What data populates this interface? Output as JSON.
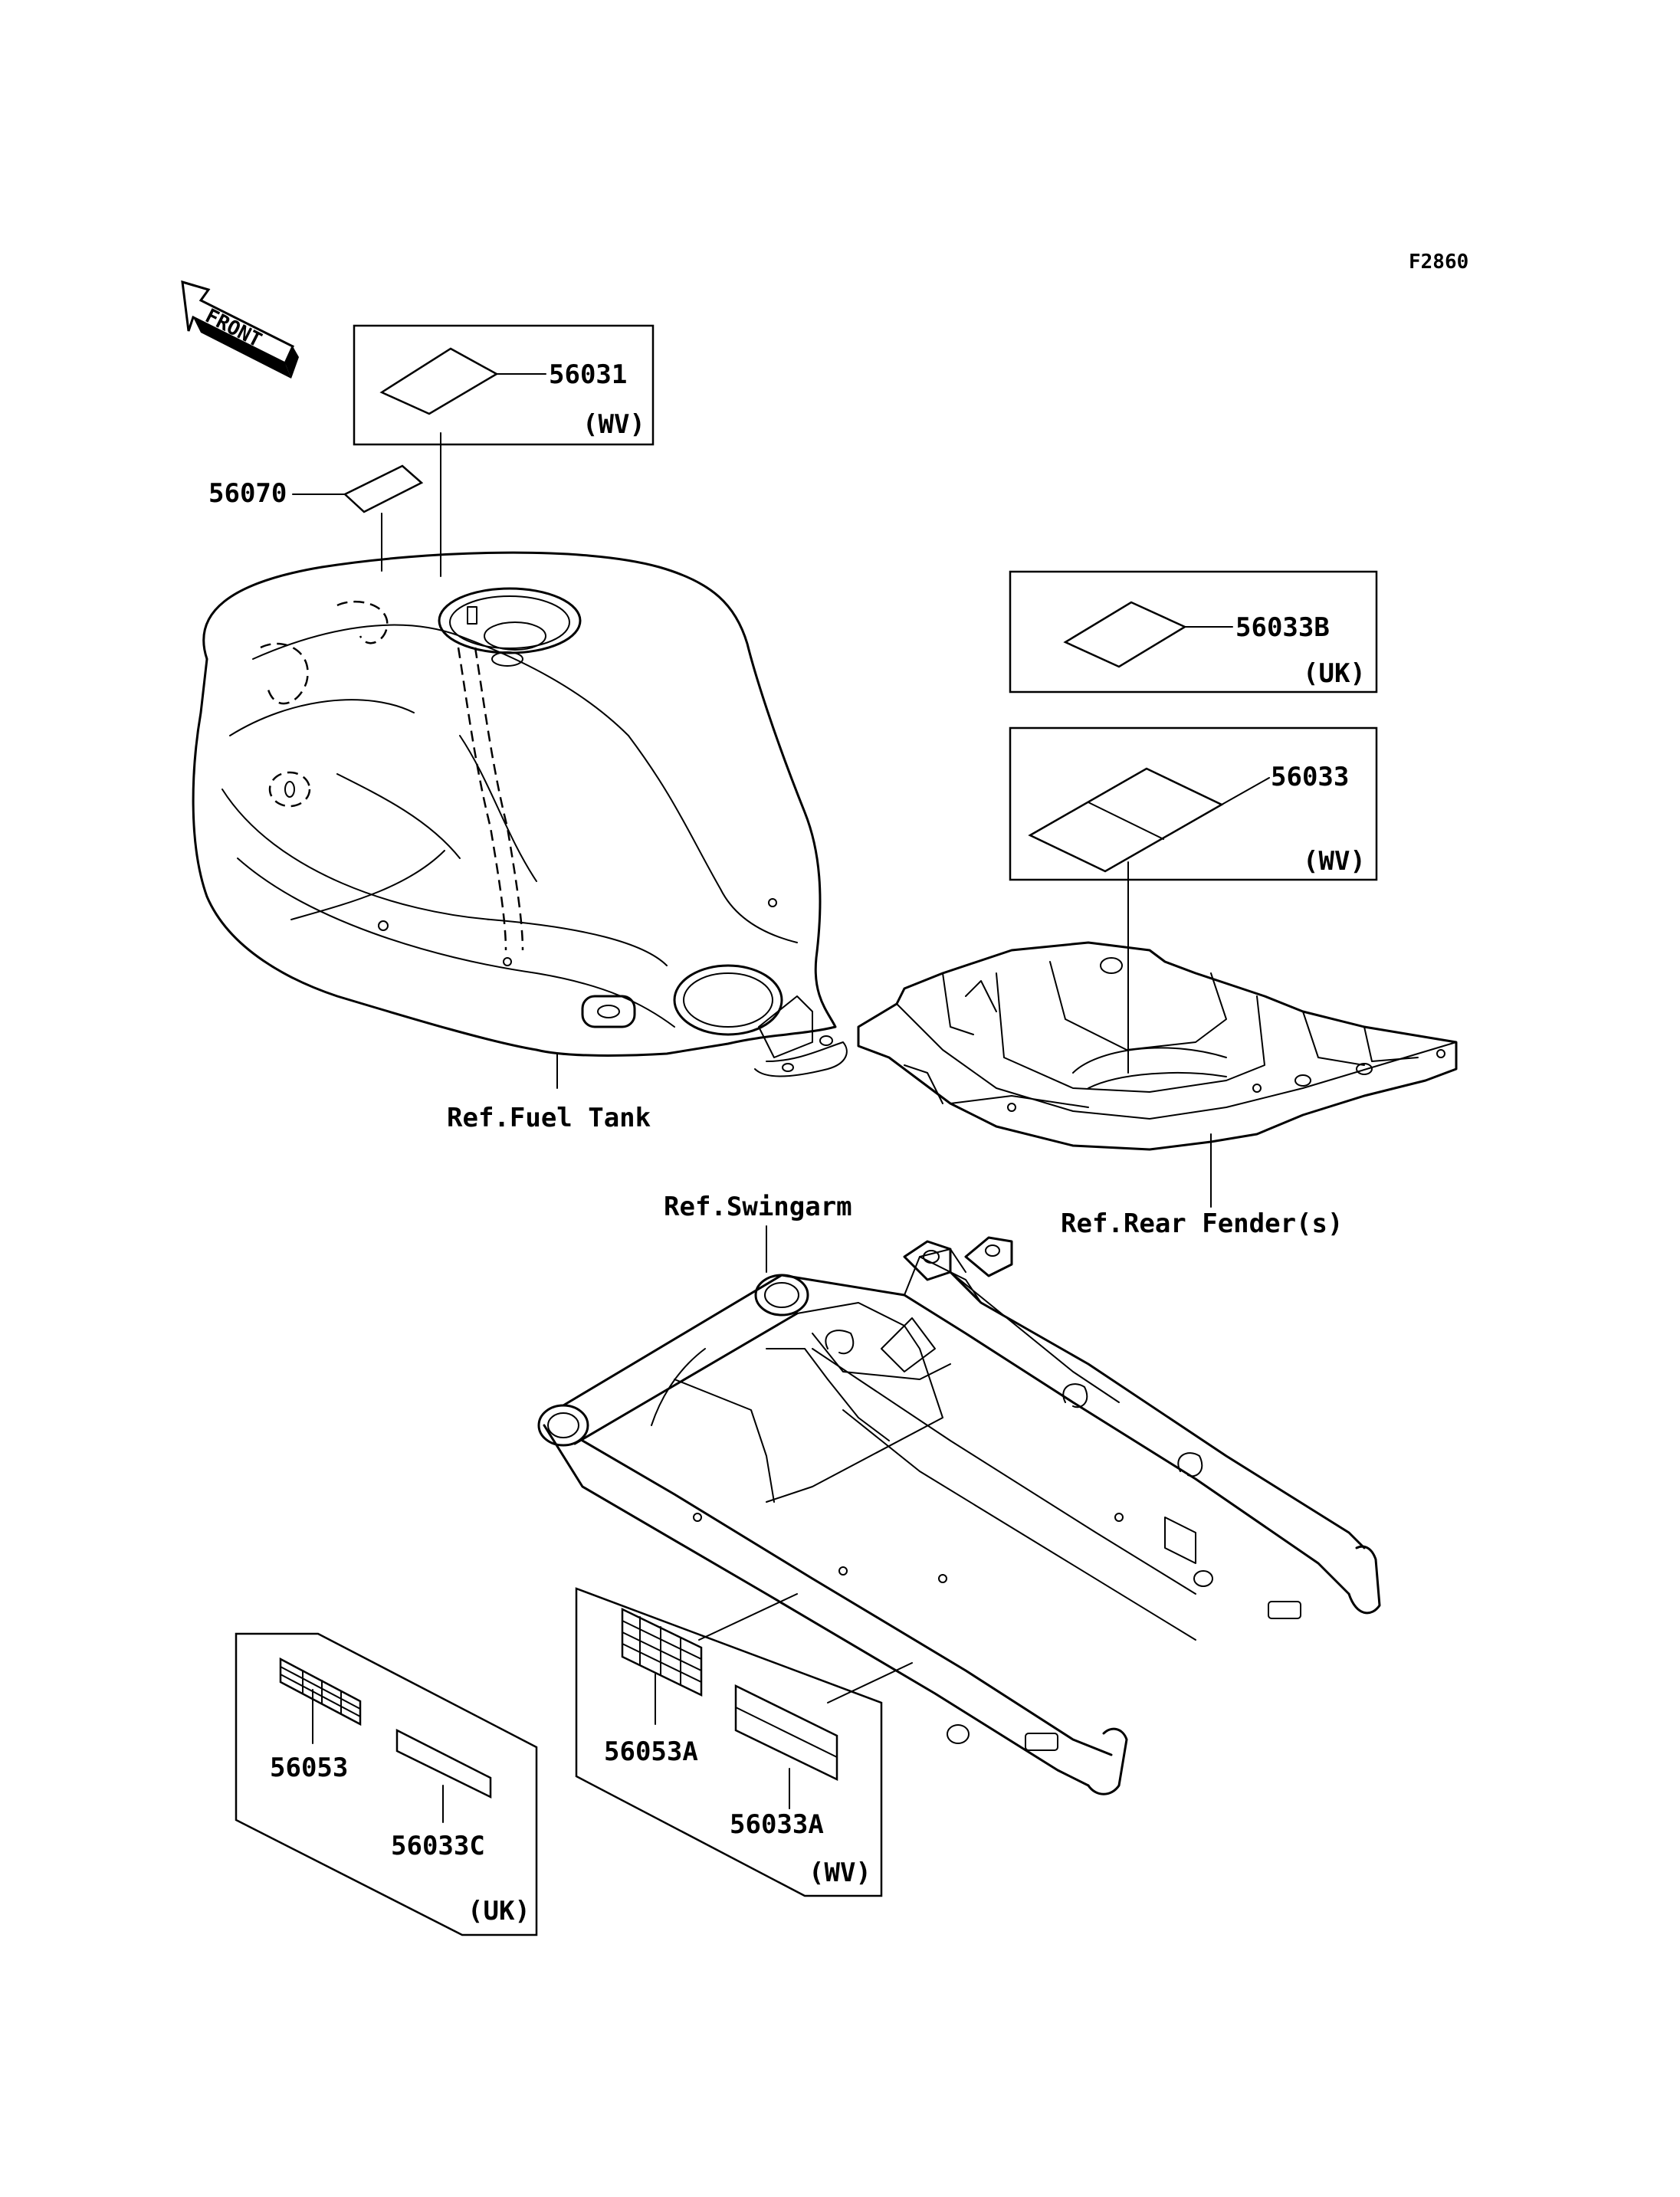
{
  "figure_code": "F2860",
  "front_arrow_label": "FRONT",
  "parts": {
    "p56031": "56031",
    "p56070": "56070",
    "p56033B": "56033B",
    "p56033": "56033",
    "p56053": "56053",
    "p56033C": "56033C",
    "p56053A": "56053A",
    "p56033A": "56033A"
  },
  "markets": {
    "wv": "(WV)",
    "uk": "(UK)"
  },
  "references": {
    "fuel_tank": "Ref.Fuel Tank",
    "rear_fender": "Ref.Rear Fender(s)",
    "swingarm": "Ref.Swingarm"
  }
}
